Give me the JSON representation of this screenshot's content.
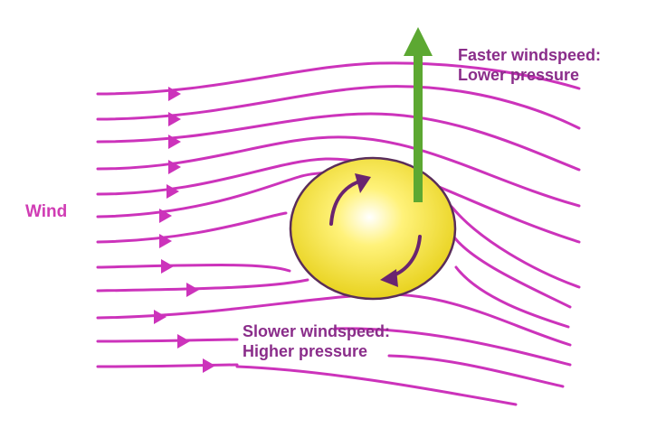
{
  "colors": {
    "streamline": "#cc33bb",
    "label_text": "#8a2d8a",
    "wind_text": "#d03cb4",
    "lift_arrow": "#5ca832",
    "ball_center": "#ffffff",
    "ball_mid": "#fff27a",
    "ball_edge": "#e8d21e",
    "ball_outline": "#5a2d5a",
    "spin_arrow": "#6a2470"
  },
  "labels": {
    "wind": "Wind",
    "fast_line1": "Faster windspeed:",
    "fast_line2": "Lower pressure",
    "slow_line1": "Slower windspeed:",
    "slow_line2": "Higher pressure"
  },
  "icons": {
    "lift": "up-arrow-icon",
    "spin": "clockwise-rotation-icon"
  }
}
